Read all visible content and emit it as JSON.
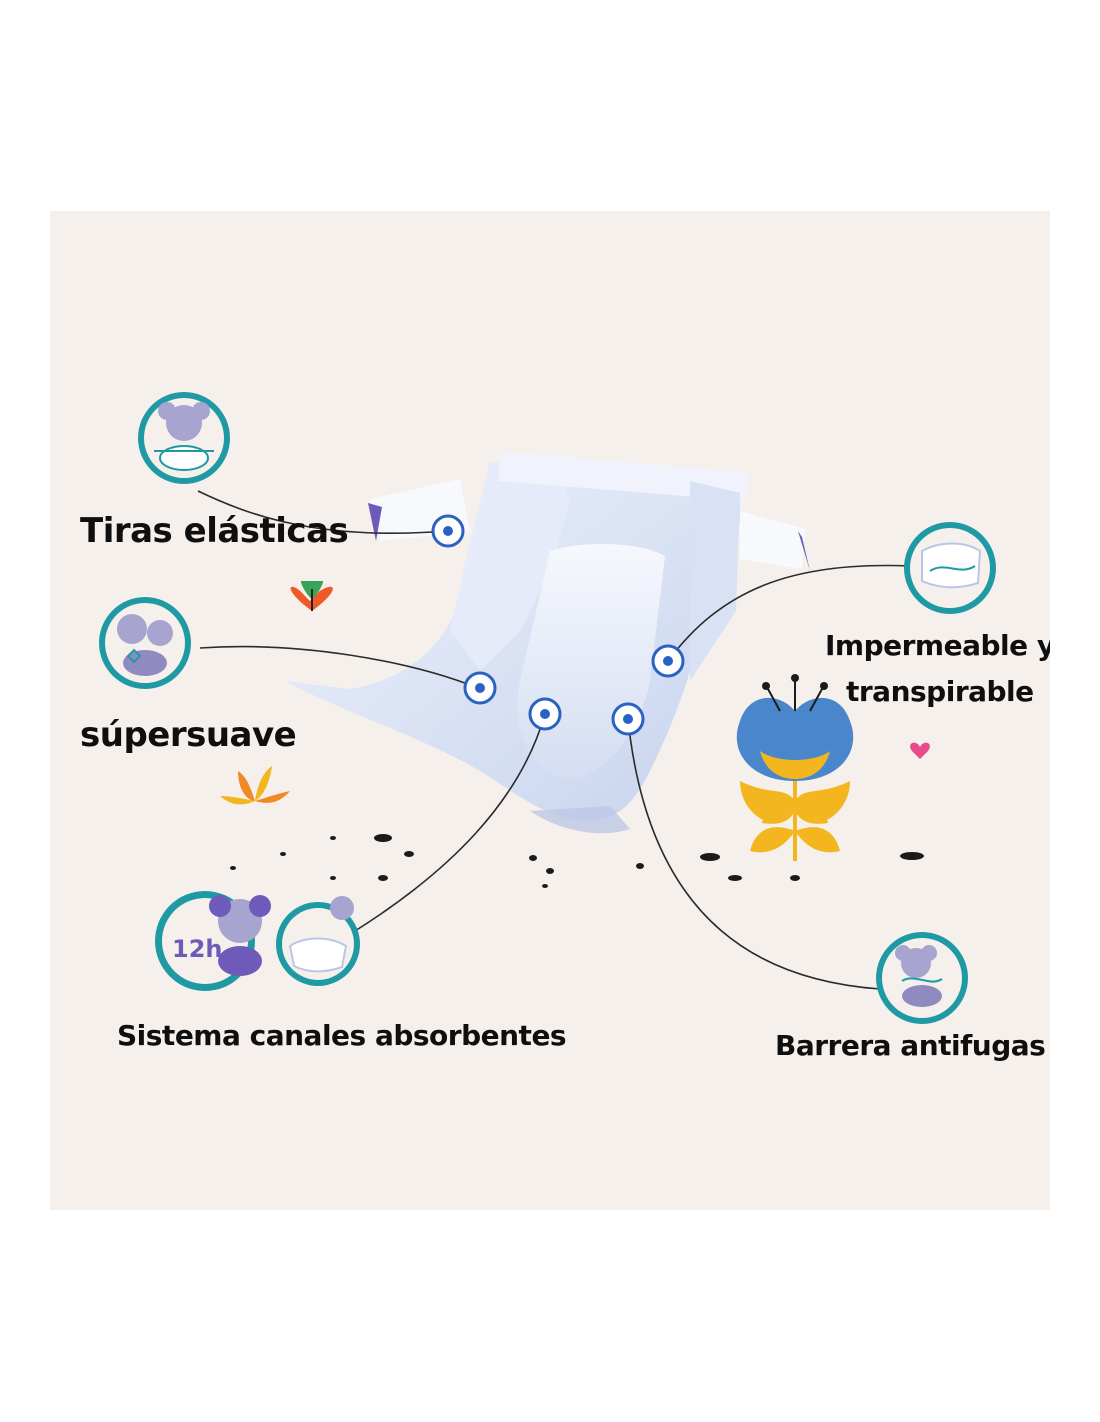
{
  "features": {
    "tiras": {
      "label": "Tiras elásticas",
      "icon": "koala-elastic-icon"
    },
    "supersuave": {
      "label": "súpersuave",
      "icon": "koala-hug-icon"
    },
    "impermeable": {
      "label_line1": "Impermeable y",
      "label_line2": "transpirable",
      "icon": "breathable-layer-icon"
    },
    "sistema": {
      "label": "Sistema canales absorbentes",
      "badge_text": "12h",
      "icon": "koala-protection-icon"
    },
    "barrera": {
      "label": "Barrera antifugas",
      "icon": "koala-barrier-icon"
    }
  },
  "colors": {
    "background": "#f6f0ec",
    "teal": "#1f9aa5",
    "hotspot": "#2a62c4",
    "flower_blue": "#4a86cc",
    "flower_yellow": "#f3b61f",
    "text": "#0f0f0f"
  }
}
